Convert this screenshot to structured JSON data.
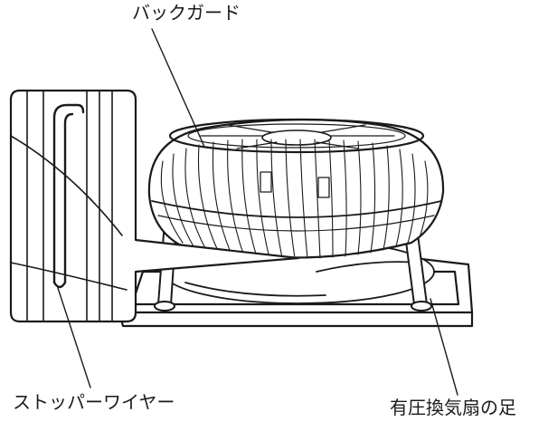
{
  "labels": {
    "back_guard": "バックガード",
    "stopper_wire": "ストッパーワイヤー",
    "fan_foot": "有圧換気扇の足"
  },
  "colors": {
    "line": "#1a1a1a",
    "background": "#ffffff"
  }
}
